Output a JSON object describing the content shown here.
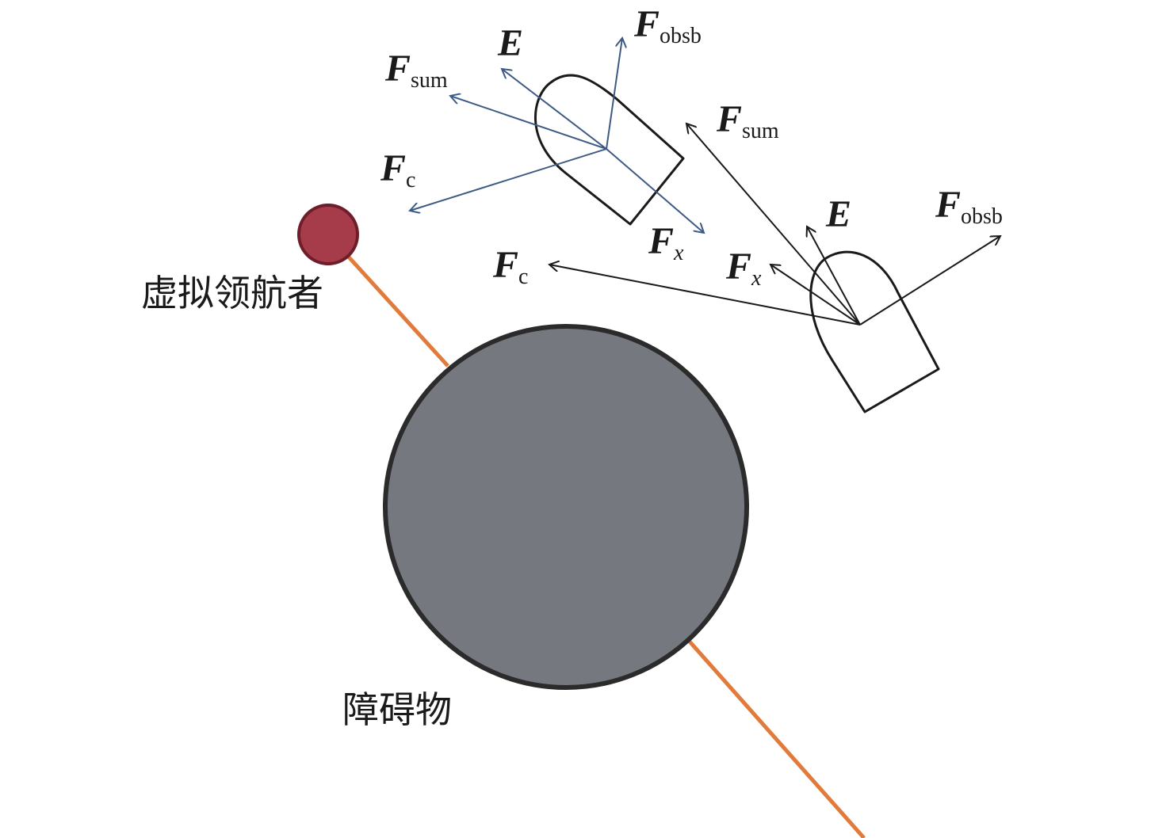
{
  "labels": {
    "virtual_leader": "虚拟领航者",
    "obstacle": "障碍物"
  },
  "vessel_a": {
    "force_e": {
      "main": "E",
      "sub": ""
    },
    "force_obsb": {
      "main": "F",
      "sub": "obsb"
    },
    "force_sum": {
      "main": "F",
      "sub": "sum"
    },
    "force_c": {
      "main": "F",
      "sub": "c"
    },
    "force_x": {
      "main": "F",
      "sub": "x"
    }
  },
  "vessel_b": {
    "force_e": {
      "main": "E",
      "sub": ""
    },
    "force_obsb": {
      "main": "F",
      "sub": "obsb"
    },
    "force_sum": {
      "main": "F",
      "sub": "sum"
    },
    "force_c": {
      "main": "F",
      "sub": "c"
    },
    "force_x": {
      "main": "F",
      "sub": "x"
    }
  },
  "colors": {
    "vessel_a_arrows": "#3d5a85",
    "vessel_b_arrows": "#1a1a1a",
    "obstacle_fill": "#75787f",
    "obstacle_stroke": "#2b2b2b",
    "leader_fill": "#a63b4a",
    "leader_stroke": "#6e1e2a",
    "path_line": "#e07b3c"
  }
}
